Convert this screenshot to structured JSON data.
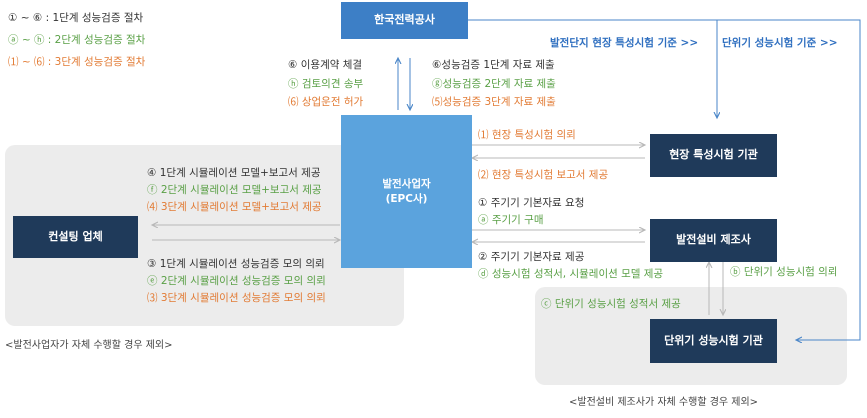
{
  "legend": {
    "step1": "① ~ ⑥ : 1단계 성능검증 절차",
    "step2": "ⓐ ~ ⓗ : 2단계 성능검증 절차",
    "step3": "⑴ ~ ⑹ : 3단계 성능검증 절차"
  },
  "entities": {
    "kepco": "한국전력공사",
    "epc_line1": "발전사업자",
    "epc_line2": "(EPC사)",
    "consulting": "컨설팅 업체",
    "field_test": "현장 특성시험 기관",
    "equip_maker": "발전설비 제조사",
    "unit_test": "단위기 성능시험 기관"
  },
  "kepco_links": {
    "site_basis": "발전단지 현장 특성시험 기준 >>",
    "unit_basis": "단위기 성능시험 기준 >>"
  },
  "kepco_epc": {
    "left": [
      "⑥ 이용계약 체결",
      "ⓗ 검토의견 송부",
      "⑹ 상업운전 허가"
    ],
    "right": [
      "⑥성능검증 1단계 자료 제출",
      "ⓖ성능검증 2단계 자료 제출",
      "⑸성능검증 3단계 자료 제출"
    ]
  },
  "consult_epc": {
    "upper": [
      "④ 1단계 시뮬레이션 모델+보고서 제공",
      "ⓕ 2단계 시뮬레이션 모델+보고서 제공",
      "⑷ 3단계 시뮬레이션 모델+보고서 제공"
    ],
    "lower": [
      "③ 1단계 시뮬레이션 성능검증 모의 의뢰",
      "ⓔ 2단계 시뮬레이션 성능검증 모의 의뢰",
      "⑶ 3단계 시뮬레이션 성능검증 모의 의뢰"
    ]
  },
  "epc_field": {
    "request": "⑴ 현장 특성시험 의뢰",
    "report": "⑵ 현장 특성시험 보고서 제공"
  },
  "epc_maker": {
    "upper": [
      "① 주기기 기본자료 요청",
      "ⓐ 주기기 구매"
    ],
    "lower": [
      "② 주기기 기본자료 제공",
      "ⓓ 성능시험 성적서, 시뮬레이션 모델 제공"
    ]
  },
  "maker_unit": {
    "request": "ⓑ 단위기 성능시험 의뢰",
    "report": "ⓒ 단위기 성능시험 성적서 제공"
  },
  "notes": {
    "left": "<발전사업자가 자체 수행할 경우 제외>",
    "right": "<발전설비 제조사가 자체 수행할 경우 제외>"
  },
  "colors": {
    "dark_box": "#1f3a5a",
    "kepco_box": "#3d7fc6",
    "epc_box": "#5ba3dd",
    "region": "#ececec",
    "step1_text": "#333333",
    "step2_text": "#5aa046",
    "step3_text": "#e27b34",
    "link_text": "#2f6fc0",
    "arrow_gray": "#b8b8b8",
    "arrow_blue": "#4a86c8"
  }
}
